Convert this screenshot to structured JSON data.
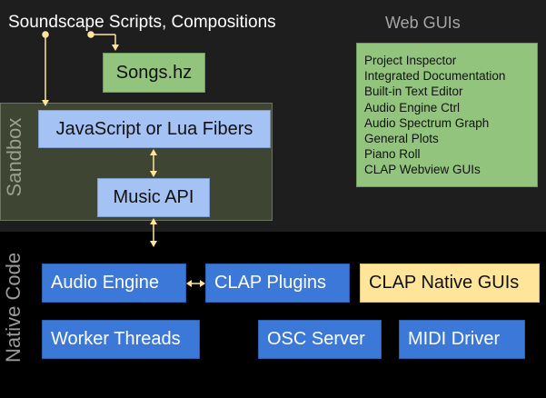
{
  "titles": {
    "scripts": "Soundscape Scripts, Compositions",
    "web_guis": "Web GUIs"
  },
  "regions": {
    "sandbox": "Sandbox",
    "native_code": "Native Code"
  },
  "boxes": {
    "songs": "Songs.hz",
    "fibers": "JavaScript or Lua Fibers",
    "music_api": "Music API",
    "audio_engine": "Audio Engine",
    "clap_plugins": "CLAP Plugins",
    "clap_native_guis": "CLAP Native GUIs",
    "worker_threads": "Worker Threads",
    "osc_server": "OSC Server",
    "midi_driver": "MIDI Driver"
  },
  "web_gui_items": [
    "Project Inspector",
    "Integrated Documentation",
    "Built-in Text Editor",
    "Audio Engine Ctrl",
    "Audio Spectrum Graph",
    "General Plots",
    "Piano Roll",
    "CLAP Webview GUIs"
  ],
  "colors": {
    "green": "#93c47d",
    "light_blue": "#a4c2f4",
    "blue": "#3c78d8",
    "yellow": "#ffe599",
    "arrow": "#ffe599",
    "sandbox_bg": "#3e4633"
  }
}
